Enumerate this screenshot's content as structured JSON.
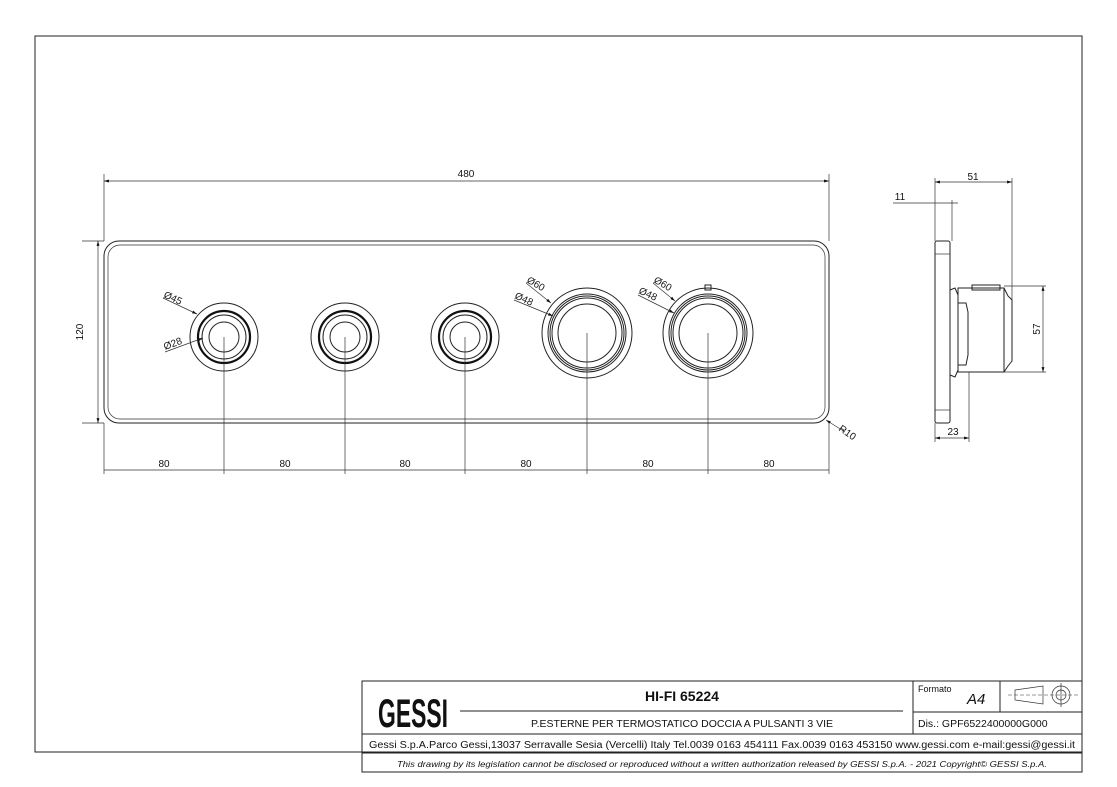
{
  "drawing": {
    "front_view": {
      "overall_width": "480",
      "overall_height": "120",
      "corner_radius": "R10",
      "spacings": [
        "80",
        "80",
        "80",
        "80",
        "80",
        "80"
      ],
      "small_knob": {
        "outer_dia": "45",
        "inner_dia": "28"
      },
      "large_knob": {
        "outer_dia": "60",
        "inner_dia": "48"
      },
      "diameter_symbol": "Ø"
    },
    "side_view": {
      "depth_total": "51",
      "plate_thickness": "11",
      "body_height": "57",
      "offset": "23"
    }
  },
  "title_block": {
    "logo": "GESSI",
    "title": "HI-FI 65224",
    "description": "P.ESTERNE PER TERMOSTATICO DOCCIA A PULSANTI 3 VIE",
    "format_label": "Formato",
    "format_value": "A4",
    "drawing_number": "Dis.: GPF6522400000G000",
    "address": "Gessi S.p.A.Parco Gessi,13037 Serravalle Sesia (Vercelli) Italy Tel.0039 0163 454111 Fax.0039 0163 453150 www.gessi.com e-mail:gessi@gessi.it",
    "copyright": "This drawing by its legislation cannot be disclosed or reproduced without a written authorization released by GESSI S.p.A. - 2021 Copyright© GESSI S.p.A."
  }
}
